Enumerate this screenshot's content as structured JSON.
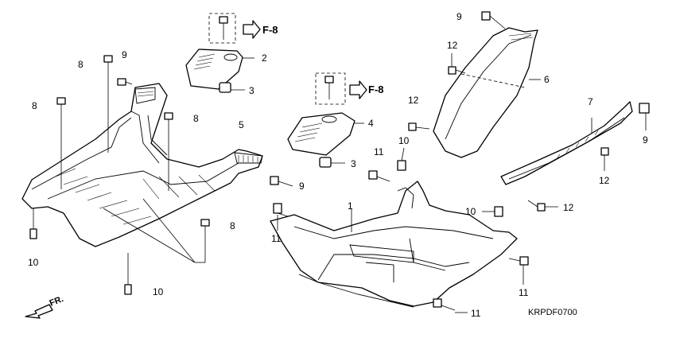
{
  "diagram": {
    "code": "KRPDF0700",
    "front_label": "FR.",
    "refs": [
      {
        "id": "ref-f8-top",
        "label": "F-8"
      },
      {
        "id": "ref-f8-mid",
        "label": "F-8"
      }
    ],
    "callouts": [
      {
        "id": "c1",
        "label": "1"
      },
      {
        "id": "c2",
        "label": "2"
      },
      {
        "id": "c3a",
        "label": "3"
      },
      {
        "id": "c3b",
        "label": "3"
      },
      {
        "id": "c4",
        "label": "4"
      },
      {
        "id": "c5",
        "label": "5"
      },
      {
        "id": "c6",
        "label": "6"
      },
      {
        "id": "c7",
        "label": "7"
      },
      {
        "id": "c8a",
        "label": "8"
      },
      {
        "id": "c8b",
        "label": "8"
      },
      {
        "id": "c8c",
        "label": "8"
      },
      {
        "id": "c8d",
        "label": "8"
      },
      {
        "id": "c9a",
        "label": "9"
      },
      {
        "id": "c9b",
        "label": "9"
      },
      {
        "id": "c9c",
        "label": "9"
      },
      {
        "id": "c9d",
        "label": "9"
      },
      {
        "id": "c10a",
        "label": "10"
      },
      {
        "id": "c10b",
        "label": "10"
      },
      {
        "id": "c10c",
        "label": "10"
      },
      {
        "id": "c10d",
        "label": "10"
      },
      {
        "id": "c11a",
        "label": "11"
      },
      {
        "id": "c11b",
        "label": "11"
      },
      {
        "id": "c11c",
        "label": "11"
      },
      {
        "id": "c11d",
        "label": "11"
      },
      {
        "id": "c12a",
        "label": "12"
      },
      {
        "id": "c12b",
        "label": "12"
      },
      {
        "id": "c12c",
        "label": "12"
      },
      {
        "id": "c12d",
        "label": "12"
      }
    ]
  }
}
